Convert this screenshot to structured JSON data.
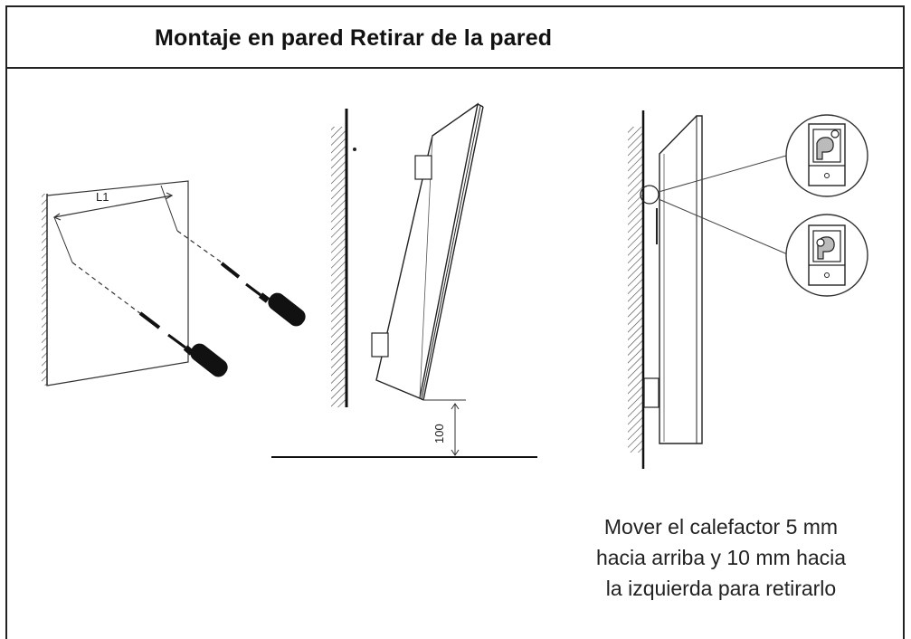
{
  "header": {
    "title": "Montaje en pared Retirar de la pared"
  },
  "diagram": {
    "dimension_label": "L1",
    "height_label": "100",
    "caption_lines": [
      "Mover el calefactor 5 mm",
      "hacia arriba y 10 mm hacia",
      "la izquierda para retirarlo"
    ]
  }
}
